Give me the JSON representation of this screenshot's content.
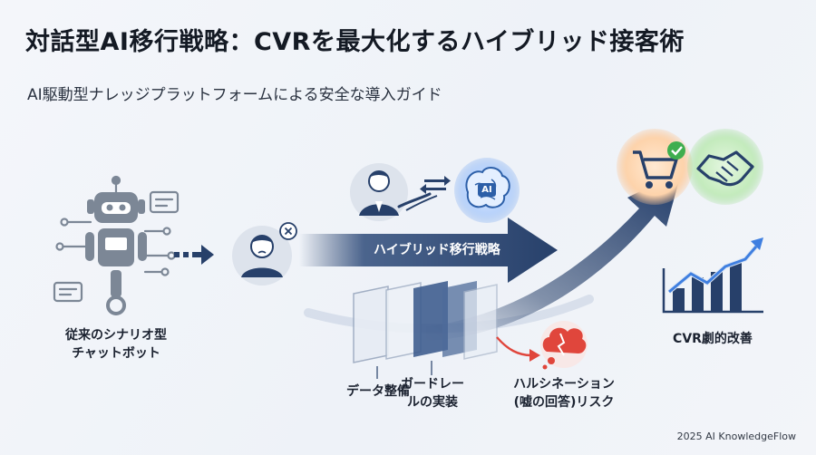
{
  "title": "対話型AI移行戦略：CVRを最大化するハイブリッド接客術",
  "subtitle": "AI駆動型ナレッジプラットフォームによる安全な導入ガイド",
  "labels": {
    "legacy_line1": "従来のシナリオ型",
    "legacy_line2": "チャットボット",
    "hybrid_strategy": "ハイブリッド移行戦略",
    "ai_badge": "AI",
    "data_prep": "データ整備",
    "guardrail_line1": "ガードレー",
    "guardrail_line2": "ルの実装",
    "hallucination_line1": "ハルシネーション",
    "hallucination_line2": "(嘘の回答)リスク",
    "cvr": "CVR劇的改善"
  },
  "footer": "2025 AI KnowledgeFlow",
  "colors": {
    "navy": "#27406a",
    "icon_gray": "#7c8796",
    "accent_blue": "#3f7fe0",
    "risk_red": "#e0463c",
    "check_green": "#3fae4f"
  }
}
